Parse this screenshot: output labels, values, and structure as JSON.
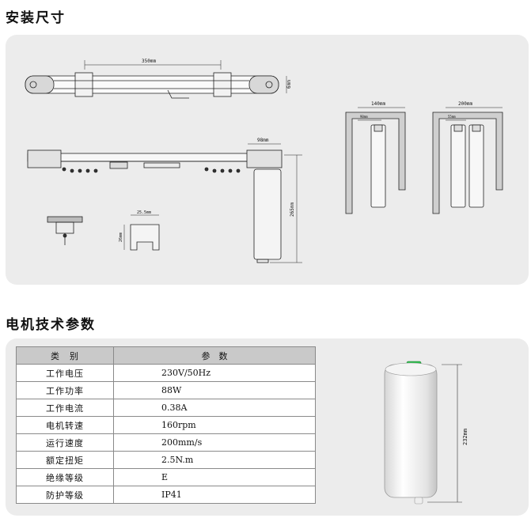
{
  "install": {
    "title": "安装尺寸",
    "dims": {
      "track_width": "350mm",
      "track_height": "6mm",
      "motor_offset": "98mm",
      "motor_height": "265mm",
      "wall_single": "140mm",
      "wall_double": "200mm",
      "sub_single": "90mm",
      "sub_double": "55mm",
      "profile_width": "25.5mm",
      "profile_height": "26mm"
    }
  },
  "specs": {
    "title": "电机技术参数",
    "header": {
      "category": "类　别",
      "value": "参　数"
    },
    "rows": [
      {
        "label": "工作电压",
        "value": "230V/50Hz"
      },
      {
        "label": "工作功率",
        "value": "88W"
      },
      {
        "label": "工作电流",
        "value": "0.38A"
      },
      {
        "label": "电机转速",
        "value": "160rpm"
      },
      {
        "label": "运行速度",
        "value": "200mm/s"
      },
      {
        "label": "额定扭矩",
        "value": "2.5N.m"
      },
      {
        "label": "绝缘等级",
        "value": "E"
      },
      {
        "label": "防护等级",
        "value": "IP41"
      }
    ],
    "motor_height": "232mm"
  }
}
